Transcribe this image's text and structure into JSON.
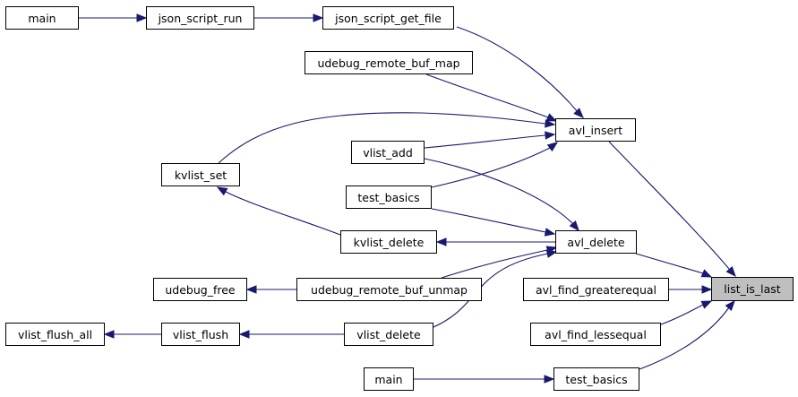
{
  "graph": {
    "colors": {
      "edge": "#191970",
      "node_border": "#000000",
      "highlight_fill": "#bfbfbf"
    },
    "nodes": {
      "main_a": "main",
      "json_script_run": "json_script_run",
      "json_script_get_file": "json_script_get_file",
      "udebug_remote_buf_map": "udebug_remote_buf_map",
      "avl_insert": "avl_insert",
      "vlist_add": "vlist_add",
      "kvlist_set": "kvlist_set",
      "test_basics_a": "test_basics",
      "kvlist_delete": "kvlist_delete",
      "avl_delete": "avl_delete",
      "udebug_free": "udebug_free",
      "udebug_remote_buf_unmap": "udebug_remote_buf_unmap",
      "avl_find_greaterequal": "avl_find_greaterequal",
      "list_is_last": "list_is_last",
      "avl_find_lessequal": "avl_find_lessequal",
      "vlist_flush_all": "vlist_flush_all",
      "vlist_flush": "vlist_flush",
      "vlist_delete": "vlist_delete",
      "main_b": "main",
      "test_basics_b": "test_basics"
    }
  }
}
